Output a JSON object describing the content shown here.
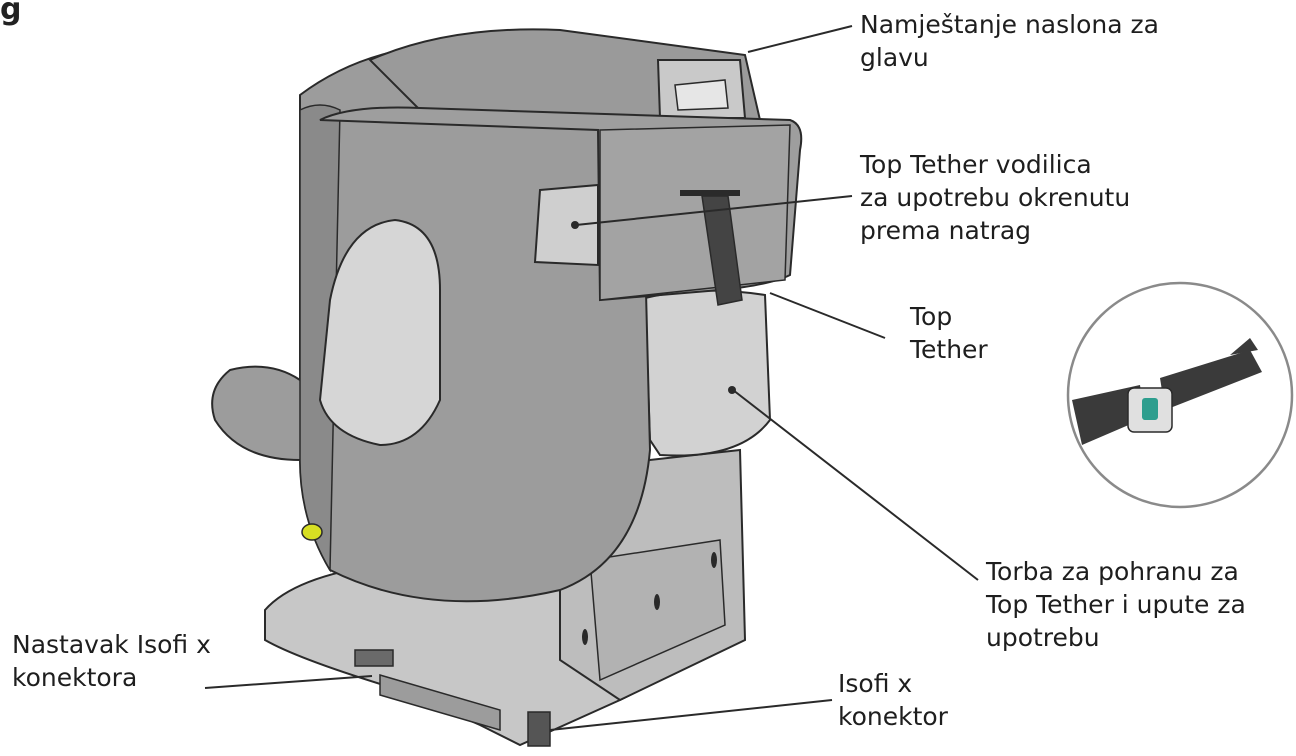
{
  "heading_fragment": "g",
  "colors": {
    "seat_shell": "#9a9a9a",
    "seat_side": "#8c8c8c",
    "panel_light": "#cfcfcf",
    "base": "#c4c4c4",
    "outline": "#2a2a2a",
    "strap": "#3f3f3f",
    "accent_yellow": "#d7df23",
    "tag_green": "#2e9e8e"
  },
  "labels": {
    "headrest_adjust": [
      "Namještanje naslona za",
      "glavu"
    ],
    "top_tether_guide": [
      "Top Tether vodilica",
      "za upotrebu okrenutu",
      "prema natrag"
    ],
    "top_tether": [
      "Top",
      "Tether"
    ],
    "storage_bag": [
      "Torba za pohranu za",
      "Top Tether i upute za",
      "upotrebu"
    ],
    "isofix_extension": [
      "Nastavak Isofi x",
      "konektora"
    ],
    "isofix_connector": [
      "Isofi x",
      "konektor"
    ]
  }
}
